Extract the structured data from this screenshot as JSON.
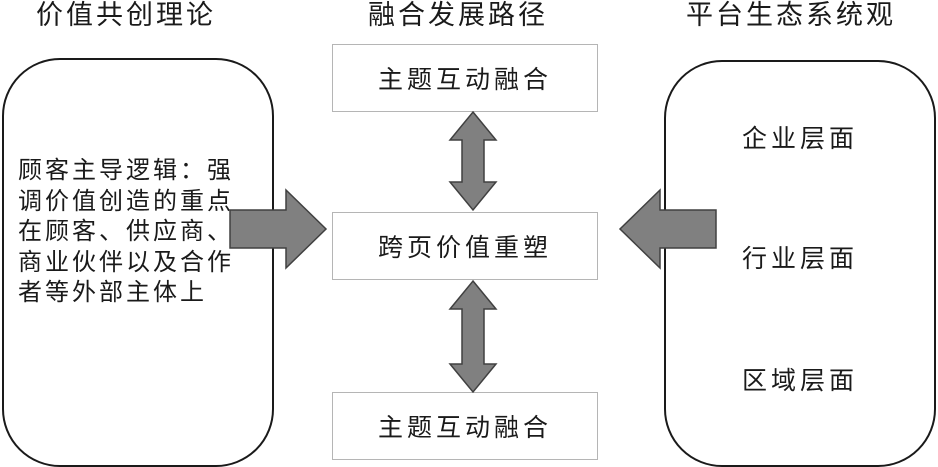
{
  "headings": {
    "left": "价值共创理论",
    "middle": "融合发展路径",
    "right": "平台生态系统观"
  },
  "left_panel": {
    "text": "顾客主导逻辑：强调价值创造的重点在顾客、供应商、商业伙伴以及合作者等外部主体上"
  },
  "middle_column": {
    "top_box": "主题互动融合",
    "center_box": "跨页价值重塑",
    "bottom_box": "主题互动融合"
  },
  "right_panel": {
    "levels": [
      "企业层面",
      "行业层面",
      "区域层面"
    ]
  },
  "colors": {
    "arrow_fill": "#808080",
    "arrow_stroke": "#404040",
    "border": "#1a1a1a",
    "box_border": "#b5b5b5"
  }
}
